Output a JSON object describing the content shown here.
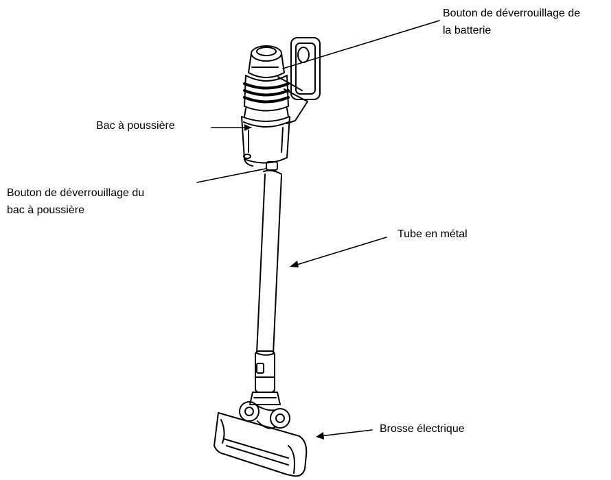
{
  "labels": {
    "battery_release": {
      "line1": "Bouton de déverrouillage de",
      "line2": "la batterie"
    },
    "dust_bin": "Bac à poussière",
    "dust_bin_release": {
      "line1": "Bouton de déverrouillage du",
      "line2": "bac à poussière"
    },
    "metal_tube": "Tube en métal",
    "electric_brush": "Brosse électrique"
  },
  "colors": {
    "line": "#000000",
    "background": "#ffffff"
  }
}
